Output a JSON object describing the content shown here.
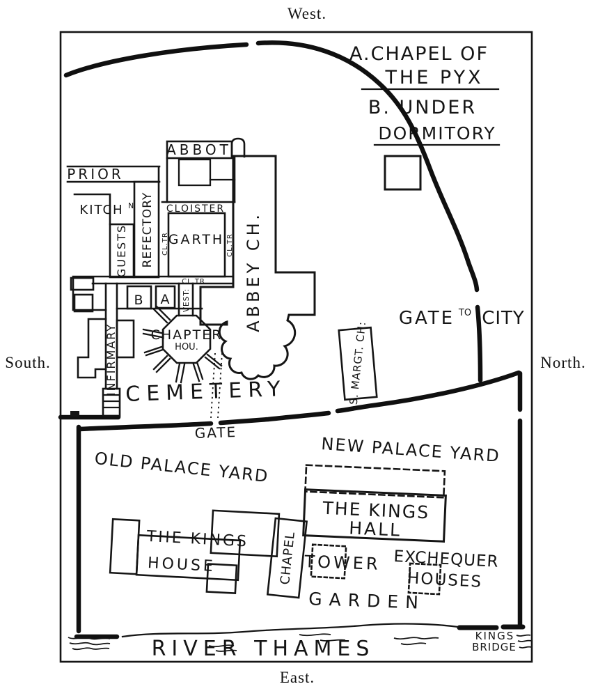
{
  "compass": {
    "west": "West.",
    "south": "South.",
    "north": "North.",
    "east": "East."
  },
  "legend": {
    "a_line1": "A.CHAPEL OF",
    "a_line2": "THE PYX",
    "b_line1": "B. UNDER",
    "b_line2": "DORMITORY"
  },
  "abbey": {
    "abbot": "ABBOT",
    "prior": "PRIOR",
    "kitchen": "KITCH",
    "kitchen_sup": "N",
    "guests": "GUESTS",
    "refectory": "REFECTORY",
    "cloister": "CLOISTER",
    "garth": "GARTH",
    "cloister_walk": "CL.TR",
    "vestibule": "VEST:",
    "box_b": "B",
    "box_a": "A",
    "chapter_line1": "CHAPTER",
    "chapter_line2": "HOU.",
    "church": "ABBEY CH.",
    "infirmary": "INFIRMARY",
    "cemetery": "CEMETERY"
  },
  "precinct": {
    "gate_city_word1": "GATE",
    "gate_city_sup": "TO",
    "gate_city_word2": "CITY",
    "st_margarets": "S. MARGT. CH:",
    "gate": "GATE"
  },
  "palace": {
    "new_palace_yard": "NEW PALACE YARD",
    "old_palace_yard": "OLD PALACE YARD",
    "hall_line1": "THE KINGS",
    "hall_line2": "HALL",
    "house_line1": "THE KINGS",
    "house_line2": "HOUSE",
    "chapel": "CHAPEL",
    "tower": "TOWER",
    "exchequer_line1": "EXCHEQUER",
    "exchequer_line2": "HOUSES",
    "garden": "GARDEN"
  },
  "river": {
    "name": "RIVER THAMES",
    "bridge_line1": "KINGS",
    "bridge_line2": "BRIDGE"
  },
  "colors": {
    "ink": "#151515",
    "paper": "#ffffff"
  }
}
